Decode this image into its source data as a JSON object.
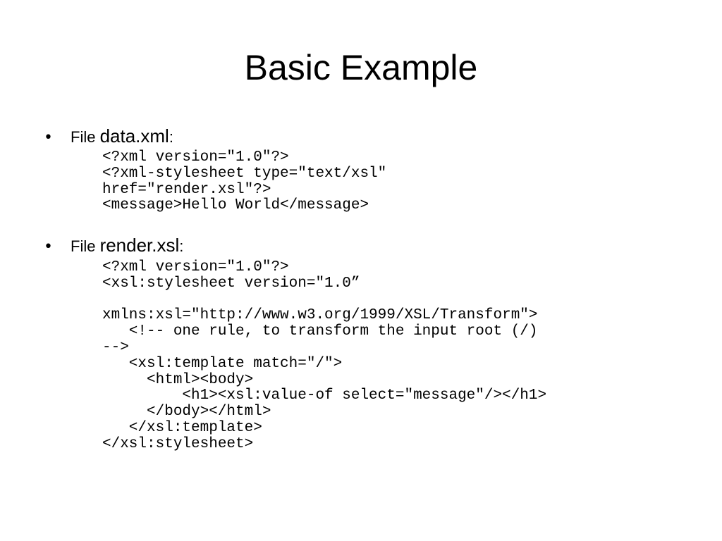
{
  "slide": {
    "title": "Basic Example",
    "bullets": [
      {
        "prefix": "File ",
        "filename": "data.xml",
        "suffix": ":",
        "code_lines": [
          "<?xml version=\"1.0\"?>",
          "<?xml-stylesheet type=\"text/xsl\"",
          "href=\"render.xsl\"?>",
          "<message>Hello World</message>"
        ]
      },
      {
        "prefix": "File ",
        "filename": "render.xsl",
        "suffix": ":",
        "code_lines": [
          "<?xml version=\"1.0\"?>",
          "<xsl:stylesheet version=\"1.0”",
          "",
          "xmlns:xsl=\"http://www.w3.org/1999/XSL/Transform\">",
          "   <!-- one rule, to transform the input root (/)",
          "-->",
          "   <xsl:template match=\"/\">",
          "     <html><body>",
          "         <h1><xsl:value-of select=\"message\"/></h1>",
          "     </body></html>",
          "   </xsl:template>",
          "</xsl:stylesheet>"
        ]
      }
    ]
  }
}
